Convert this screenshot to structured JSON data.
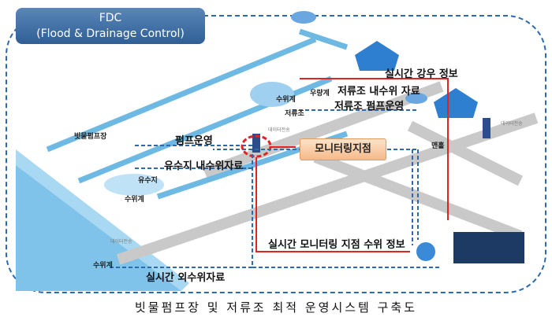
{
  "fdc": {
    "line1": "FDC",
    "line2": "(Flood & Drainage Control)"
  },
  "labels": {
    "rain_info": "실시간 강우 정보",
    "reservoir_level": "저류조 내수위 자료",
    "reservoir_pump": "저류조 펌프운영",
    "pump_op": "펌프운영",
    "basin_level": "유수지 내수위자료",
    "monitoring_point": "모니터링지점",
    "realtime_monitor": "실시간 모니터링 지점 수위 정보",
    "outer_level": "실시간 외수위자료"
  },
  "small": {
    "pump_station": "빗물펌프장",
    "basin": "유수지",
    "gauge1": "수위계",
    "gauge2": "수위계",
    "gauge3": "수위계",
    "rain_gauge": "우량계",
    "reservoir": "저류조",
    "manhole": "맨홀",
    "data_tx": "데이터전송"
  },
  "caption": "빗물펌프장 및 저류조 최적 운영시스템 구축도",
  "colors": {
    "dash": "#2d6aad",
    "red": "#e02424",
    "water": "#5fb0e0",
    "road": "#c9c9c9"
  }
}
